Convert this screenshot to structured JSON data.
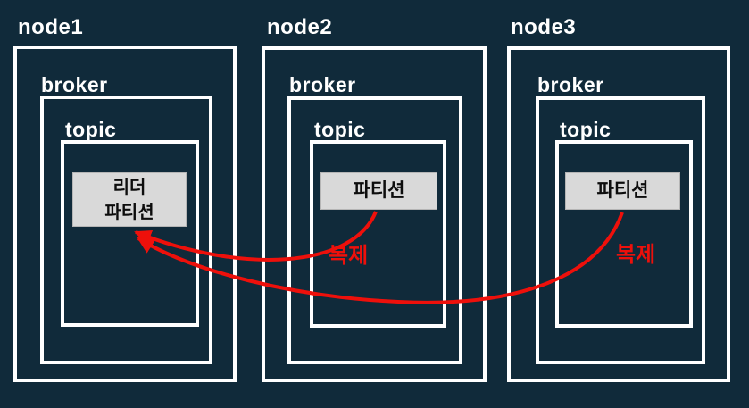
{
  "diagram_type": "nested-box-replication-diagram",
  "colors": {
    "background": "#102a3a",
    "box_border": "#ffffff",
    "label_text": "#ffffff",
    "partition_fill": "#d9d9d9",
    "partition_text": "#0d0d0d",
    "arrow_red": "#ee100b"
  },
  "nodes": [
    {
      "label": "node1",
      "broker_label": "broker",
      "topic_label": "topic",
      "partition": {
        "type": "leader",
        "lines": [
          "리더",
          "파티션"
        ]
      }
    },
    {
      "label": "node2",
      "broker_label": "broker",
      "topic_label": "topic",
      "partition": {
        "type": "follower",
        "lines": [
          "파티션"
        ]
      }
    },
    {
      "label": "node3",
      "broker_label": "broker",
      "topic_label": "topic",
      "partition": {
        "type": "follower",
        "lines": [
          "파티션"
        ]
      }
    }
  ],
  "arrows": [
    {
      "label": "복제",
      "from": "node2-partition",
      "to": "node1-leader-partition"
    },
    {
      "label": "복제",
      "from": "node3-partition",
      "to": "node1-leader-partition"
    }
  ]
}
